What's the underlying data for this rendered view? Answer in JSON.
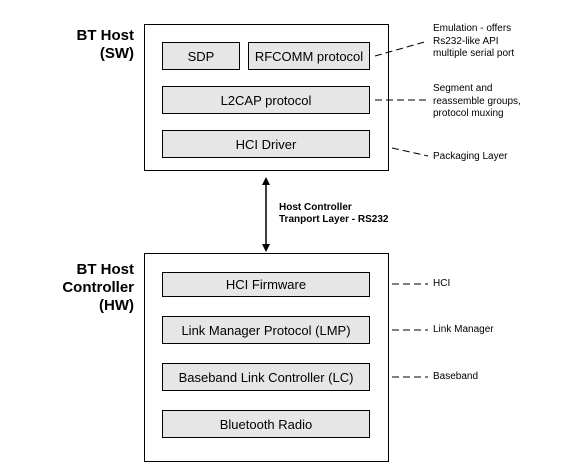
{
  "host": {
    "title_line1": "BT Host",
    "title_line2": "(SW)",
    "boxes": {
      "sdp": "SDP",
      "rfcomm": "RFCOMM protocol",
      "l2cap": "L2CAP protocol",
      "hci_driver": "HCI Driver"
    }
  },
  "controller": {
    "title_line1": "BT Host",
    "title_line2": "Controller",
    "title_line3": "(HW)",
    "boxes": {
      "hci_firmware": "HCI Firmware",
      "lmp": "Link Manager Protocol (LMP)",
      "lc": "Baseband Link Controller (LC)",
      "radio": "Bluetooth Radio"
    }
  },
  "transport": {
    "line1": "Host Controller",
    "line2": "Tranport Layer - RS232"
  },
  "notes": {
    "emulation": [
      "Emulation - offers",
      "Rs232-like API",
      "multiple serial port"
    ],
    "segment": [
      "Segment and",
      "reassemble groups,",
      "protocol muxing"
    ],
    "packaging": "Packaging Layer",
    "hci": "HCI",
    "link_manager": "Link Manager",
    "baseband": "Baseband"
  },
  "colors": {
    "box_fill": "#e6e6e6",
    "line": "#000000"
  }
}
